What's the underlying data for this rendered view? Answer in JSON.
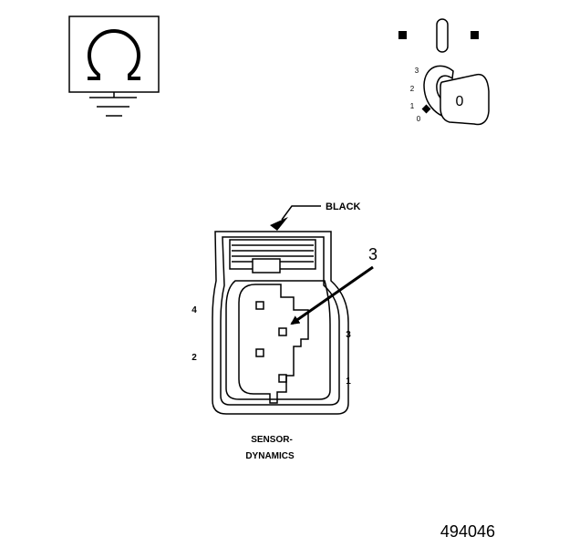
{
  "ohmmeter_symbol": {
    "icon": "ohm-icon",
    "ground_icon": "ground-icon"
  },
  "ignition_switch": {
    "icon": "ignition-key-icon",
    "positions": [
      "3",
      "2",
      "1",
      "0"
    ],
    "key_label": "0"
  },
  "connector": {
    "color_label": "BLACK",
    "callout_number": "3",
    "pin_labels": {
      "left_top": "4",
      "left_bottom": "2",
      "right_top": "3",
      "right_bottom": "1"
    },
    "name_line1": "SENSOR-",
    "name_line2": "DYNAMICS"
  },
  "figure_number": "494046"
}
